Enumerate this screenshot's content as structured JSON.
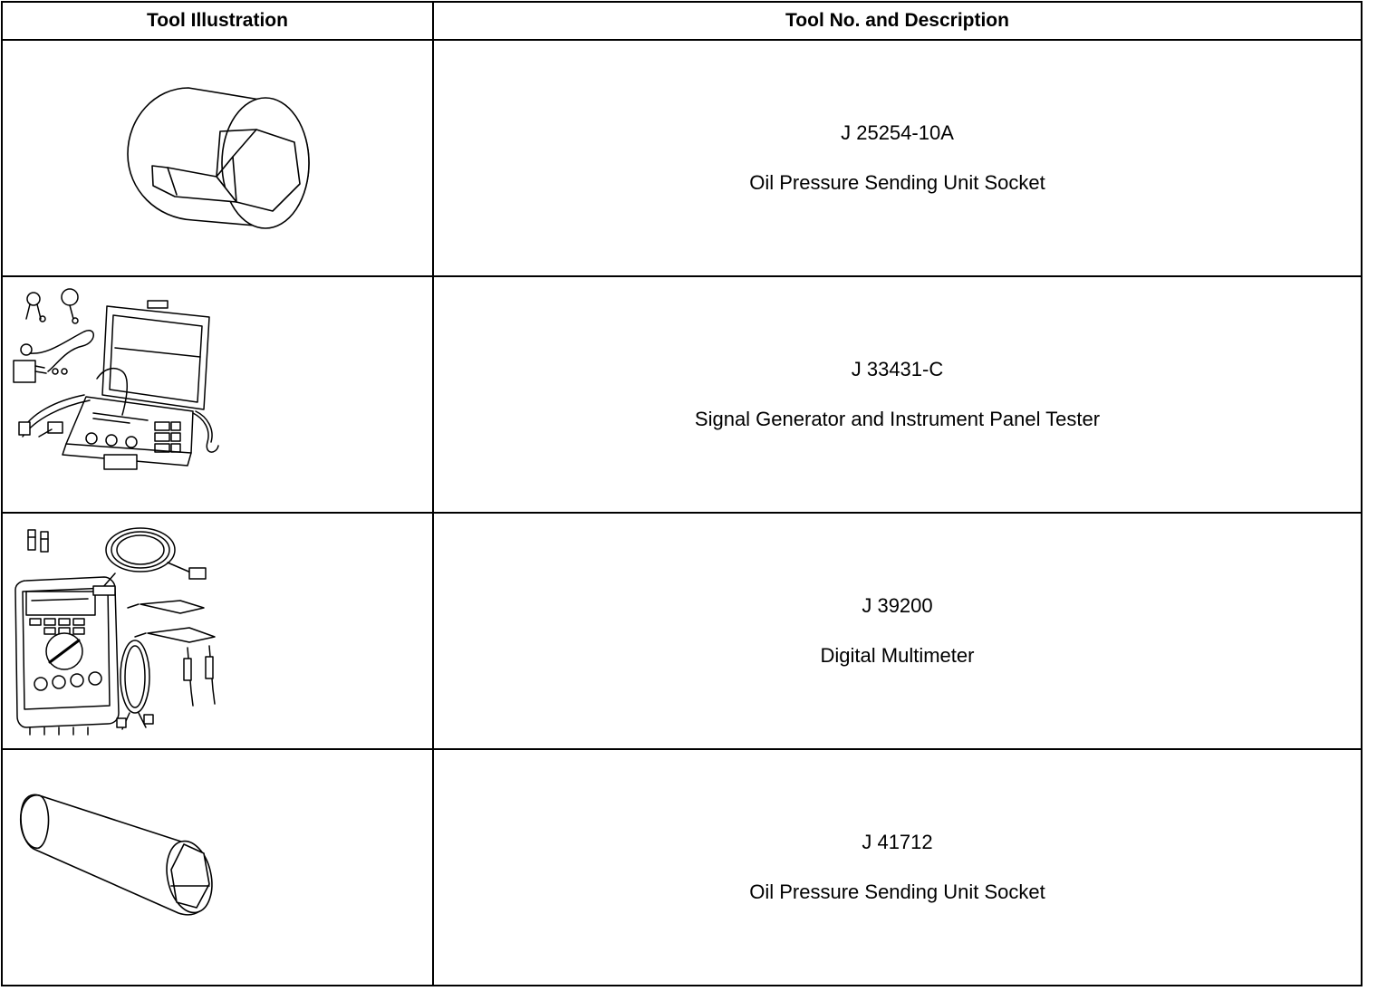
{
  "table": {
    "headers": {
      "illustration": "Tool Illustration",
      "description": "Tool No. and Description"
    },
    "rows": [
      {
        "tool_no": "J 25254-10A",
        "description": "Oil Pressure Sending Unit Socket",
        "illustration": "hex-socket-icon"
      },
      {
        "tool_no": "J 33431-C",
        "description": "Signal Generator and Instrument Panel Tester",
        "illustration": "signal-generator-tester-icon"
      },
      {
        "tool_no": "J 39200",
        "description": "Digital Multimeter",
        "illustration": "digital-multimeter-icon"
      },
      {
        "tool_no": "J 41712",
        "description": "Oil Pressure Sending Unit Socket",
        "illustration": "long-socket-icon"
      }
    ]
  }
}
